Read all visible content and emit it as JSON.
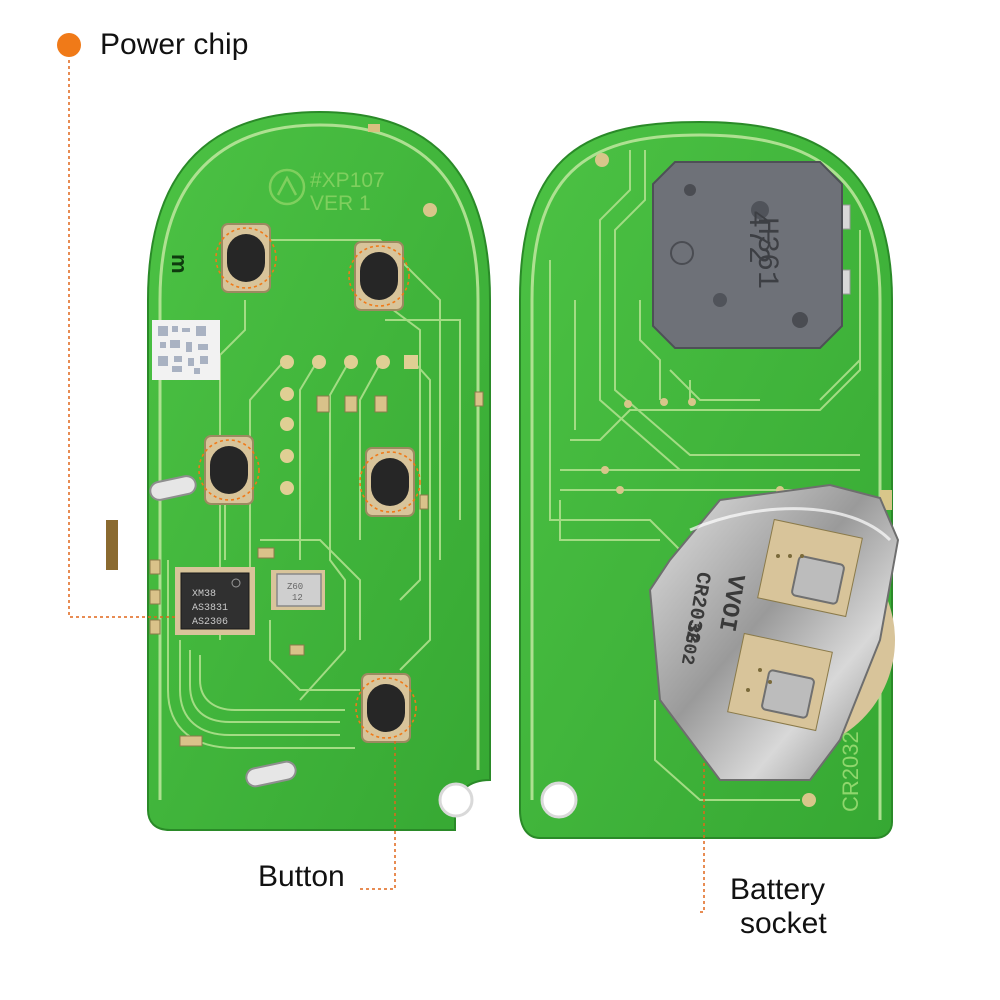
{
  "annotations": {
    "power_chip": "Power chip",
    "button": "Button",
    "battery_line1": "Battery",
    "battery_line2": "socket"
  },
  "pcb_markings": {
    "version_line1": "#XP107",
    "version_line2": "VER 1",
    "ic_line1": "XM38",
    "ic_line2": "AS3831",
    "ic_line3": "AS2306",
    "crystal_mark": "Z60",
    "crystal_mark2": "12",
    "inductor_line1": "472",
    "inductor_line2": "H361",
    "battery_model": "CR2032",
    "holder_mark1": "VVOI",
    "holder_mark2": "CR2032",
    "holder_mark3": "3G02"
  },
  "colors": {
    "pcb_green": "#3fb83a",
    "trace_light": "#9ad77a",
    "pad_gold": "#c9a34a",
    "callout_orange": "#f07a18",
    "metal": "#b8b8b8"
  }
}
